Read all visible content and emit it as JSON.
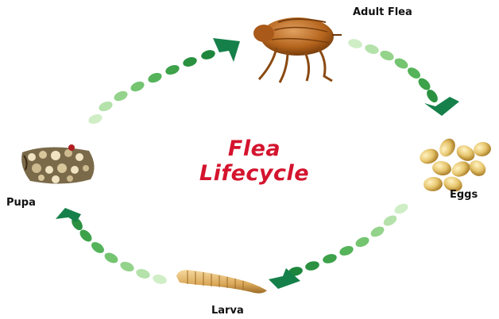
{
  "diagram": {
    "title_line1": "Flea",
    "title_line2": "Lifecycle",
    "stages": {
      "adult": "Adult Flea",
      "eggs": "Eggs",
      "larva": "Larva",
      "pupa": "Pupa"
    }
  },
  "colors": {
    "title": "#d4142e",
    "arrow_dark": "#16804a",
    "arrow_light": "#b9e3b0",
    "flea_body": "#b5651d",
    "egg": "#e7c66e",
    "larva": "#e2b46a"
  },
  "icons": [
    "adult-flea-illustration",
    "eggs-illustration",
    "larva-illustration",
    "pupa-illustration",
    "arrow-head"
  ]
}
